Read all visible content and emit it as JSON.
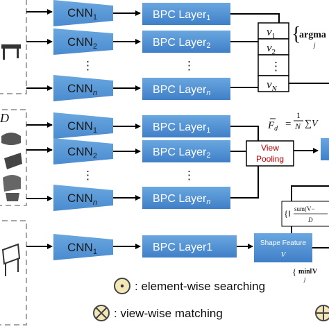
{
  "colors": {
    "cnn_fill": "#5b9bd5",
    "bpc_fill": "#4f8fd6",
    "arrow": "#000000",
    "view_pooling_text": "#c00000",
    "panel_border": "#a6a6a6",
    "marker_fill": "#f5e6b8",
    "marker_stroke": "#444444"
  },
  "row1": {
    "cnn_1_base": "CNN",
    "cnn_1_sub": "1",
    "cnn_2_base": "CNN",
    "cnn_2_sub": "2",
    "cnn_n_base": "CNN",
    "cnn_n_sub": "n",
    "bpc_1_base": "BPC Layer",
    "bpc_1_sub": "1",
    "bpc_2_base": "BPC Layer",
    "bpc_2_sub": "2",
    "bpc_n_base": "BPC Layer",
    "bpc_n_sub": "n",
    "ellipsis": "⋮",
    "vectors": [
      {
        "base": "v",
        "sub": "1"
      },
      {
        "base": "v",
        "sub": "2"
      },
      {
        "base": "⋮",
        "sub": ""
      },
      {
        "base": "v",
        "sub": "N"
      }
    ],
    "argmax_text": "argma",
    "argmax_sub": "j"
  },
  "row2": {
    "label_d": "D",
    "cnn_1_base": "CNN",
    "cnn_1_sub": "1",
    "cnn_2_base": "CNN",
    "cnn_2_sub": "2",
    "cnn_n_base": "CNN",
    "cnn_n_sub": "n",
    "bpc_1_base": "BPC Layer",
    "bpc_1_sub": "1",
    "bpc_2_base": "BPC Layer",
    "bpc_2_sub": "2",
    "bpc_n_base": "BPC Layer",
    "bpc_n_sub": "n",
    "ellipsis": "⋮",
    "view_pooling_line1": "View",
    "view_pooling_line2": "Pooling",
    "formula_lhs": "F",
    "formula_lhs_sub": "d",
    "formula_eq": "=",
    "formula_num": "1",
    "formula_den": "N",
    "formula_sum": "∑V"
  },
  "row3": {
    "cnn_1_base": "CNN",
    "cnn_1_sub": "1",
    "bpc_label": "BPC Layer1",
    "shape_feature_line1": "Shape Feature",
    "shape_feature_line2": "V",
    "formula_top": "sum(V−",
    "formula_top_den": "D",
    "formula_bottom": "min‖V",
    "formula_bottom_sub": "j"
  },
  "legend": {
    "search_label": ": element-wise searching",
    "match_label": ": view-wise matching"
  }
}
